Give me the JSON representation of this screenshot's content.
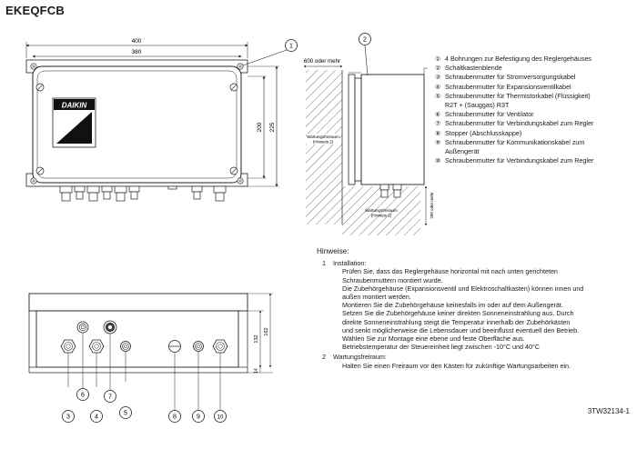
{
  "title": "EKEQFCB",
  "dimensions": {
    "width_400": "400",
    "width_380": "380",
    "height_200": "200",
    "height_225": "225",
    "clearance_600": "600 oder mehr",
    "clearance_200": "200 oder mehr",
    "side_162": "162",
    "side_132": "132",
    "side_14": "14",
    "service_left": [
      "Wartungsfreiraum",
      "(Hinweis 2)"
    ],
    "service_bottom": [
      "Wartungsfreiraum",
      "(Hinweis 2)"
    ]
  },
  "brand": "DAIKIN",
  "callouts": {
    "c1": "1",
    "c2": "2",
    "c3": "3",
    "c4": "4",
    "c5": "5",
    "c6": "6",
    "c7": "7",
    "c8": "8",
    "c9": "9",
    "c10": "10"
  },
  "legend": [
    {
      "num": "①",
      "text": "4 Bohrungen zur Befestigung des Reglergehäuses"
    },
    {
      "num": "②",
      "text": "Schaltkastenblende"
    },
    {
      "num": "③",
      "text": "Schraubenmutter für Stromversorgungskabel"
    },
    {
      "num": "④",
      "text": "Schraubenmutter für Expansionsventilkabel"
    },
    {
      "num": "⑤",
      "text": "Schraubenmutter für Thermistorkabel (Flüssigkeit)",
      "cont": "R2T  +  (Sauggas)  R3T"
    },
    {
      "num": "⑥",
      "text": "Schraubenmutter für Ventilator"
    },
    {
      "num": "⑦",
      "text": "Schraubenmutter für Verbindungskabel zum Regler"
    },
    {
      "num": "⑧",
      "text": "Stopper (Abschlusskappe)"
    },
    {
      "num": "⑨",
      "text": "Schraubenmutter für Kommunikationskabel zum",
      "cont": "Außengerät"
    },
    {
      "num": "⑩",
      "text": "Schraubenmutter für Verbindungskabel zum Regler"
    }
  ],
  "notes": {
    "heading": "Hinweise:",
    "items": [
      {
        "num": "1",
        "title": "Installation:",
        "lines": [
          "Prüfen Sie, dass das Reglergehäuse horizontal mit nach unten gerichteten",
          "Schraubenmuttern montiert wurde.",
          "Die Zubehörgehäuse (Expansionsventil und Elektroschaltkasten) können innen und",
          "außen montiert werden.",
          "Montieren Sie die Zubehörgehäuse keinesfalls im oder auf dem Außengerät.",
          "Setzen Sie die Zubehörgehäuse keiner direkten Sonneneinstrahlung aus. Durch",
          "direkte Sonneneinstrahlung steigt die Temperatur innerhalb der Zubehörkästen",
          "und senkt möglicherweise die Lebensdauer und beeinflusst eventuell den Betrieb.",
          "Wählen Sie zur Montage eine ebene und feste Oberfläche aus.",
          "Betriebstemperatur der Steuereinheit liegt zwischen -10°C und 40°C"
        ]
      },
      {
        "num": "2",
        "title": "Wartungsfreiraum:",
        "lines": [
          "Halten Sie einen Freiraum vor den Kästen für zukünftige Wartungsarbeiten ein."
        ]
      }
    ]
  },
  "drawing_code": "3TW32134-1"
}
